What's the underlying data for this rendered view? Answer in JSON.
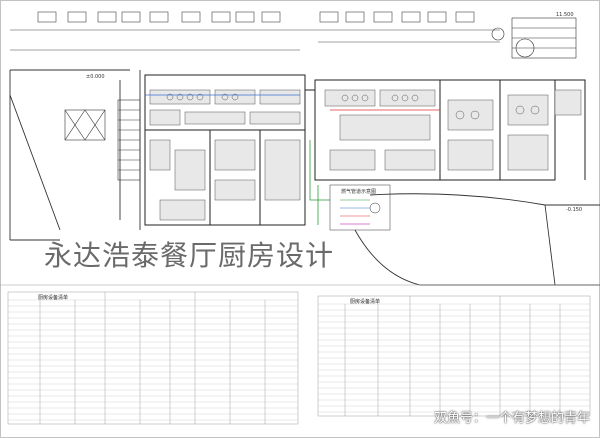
{
  "title": "永达浩泰餐厅厨房设计",
  "labels": {
    "elevation_left": "±0.000",
    "elevation_right": "-0.150",
    "level_top_right": "11.500",
    "legend_box": "燃气管道示意图"
  },
  "tables": {
    "left_title": "厨房设备清单",
    "right_title": "厨房设备清单"
  },
  "watermark": "双魚号：一个有梦想的青年"
}
